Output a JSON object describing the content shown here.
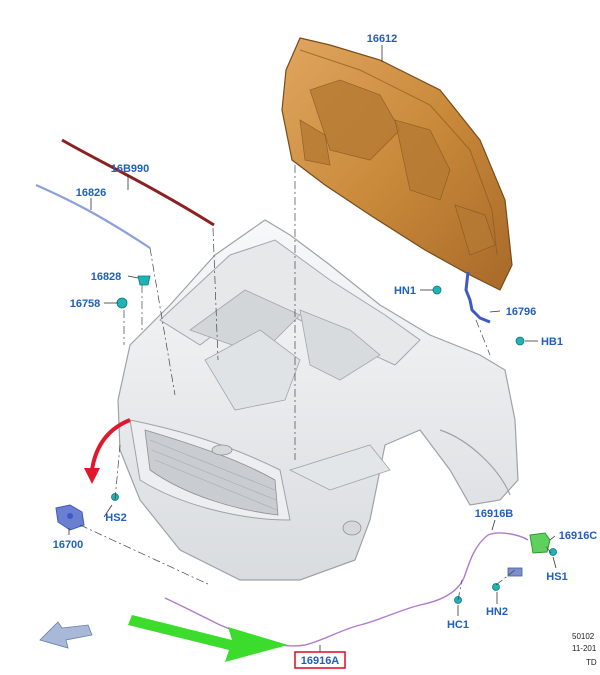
{
  "parts": {
    "hood": "16612",
    "cowl_seal": "16B990",
    "seal_strip": "16826",
    "bumper_16828": "16828",
    "bumper_16758": "16758",
    "hood_hinge_nut": "HN1",
    "hood_hinge": "16796",
    "hood_bolt": "HB1",
    "latch": "16700",
    "latch_screw": "HS2",
    "release_cable": "16916B",
    "release_handle": "16916C",
    "handle_screw": "HS1",
    "cable_nut": "HN2",
    "cable_clip": "HC1",
    "highlighted_cable": "16916A"
  },
  "meta": {
    "doc_id": "50102",
    "date": "11-201",
    "code": "TD"
  },
  "colors": {
    "callout": "#1f5fbf",
    "highlight_box": "#e0182d",
    "hood": "#c98a3a",
    "hinge": "#3f58c8",
    "fastener": "#1fb3b3",
    "cable": "#b07ad0",
    "arrow_red": "#e0182d",
    "arrow_green": "#3cdc2c",
    "arrow_view": "#a8b8d8"
  }
}
